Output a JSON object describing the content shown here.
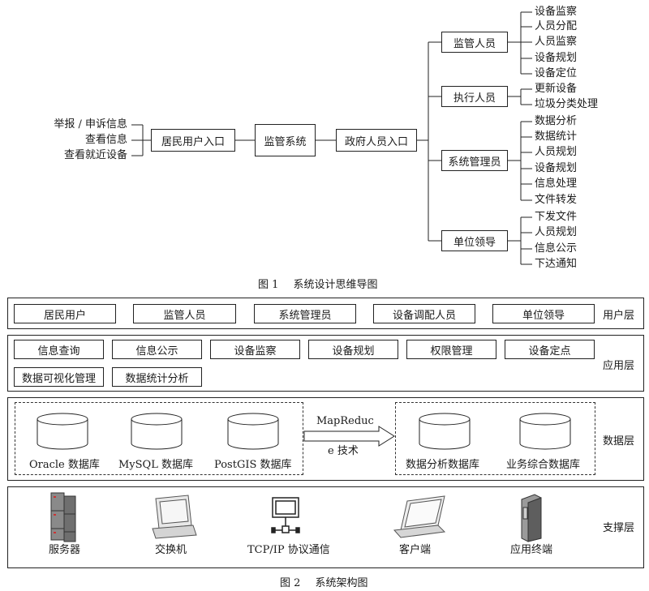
{
  "fig1": {
    "caption_num": "图 1",
    "caption_title": "系统设计思维导图",
    "center": "监管系统",
    "left_node": "居民用户入口",
    "left_leaves": [
      "举报 / 申诉信息",
      "查看信息",
      "查看就近设备"
    ],
    "right_node": "政府人员入口",
    "branches": [
      {
        "label": "监管人员",
        "leaves": [
          "设备监察",
          "人员分配",
          "人员监察",
          "设备规划",
          "设备定位"
        ]
      },
      {
        "label": "执行人员",
        "leaves": [
          "更新设备",
          "垃圾分类处理"
        ]
      },
      {
        "label": "系统管理员",
        "leaves": [
          "数据分析",
          "数据统计",
          "人员规划",
          "设备规划",
          "信息处理",
          "文件转发"
        ]
      },
      {
        "label": "单位领导",
        "leaves": [
          "下发文件",
          "人员规划",
          "信息公示",
          "下达通知"
        ]
      }
    ]
  },
  "fig2": {
    "caption_num": "图 2",
    "caption_title": "系统架构图",
    "user_layer": {
      "label": "用户层",
      "items": [
        "居民用户",
        "监管人员",
        "系统管理员",
        "设备调配人员",
        "单位领导"
      ]
    },
    "app_layer": {
      "label": "应用层",
      "items": [
        "信息查询",
        "信息公示",
        "设备监察",
        "设备规划",
        "权限管理",
        "设备定点",
        "数据可视化管理",
        "数据统计分析"
      ]
    },
    "data_layer": {
      "label": "数据层",
      "left_dbs": [
        "Oracle 数据库",
        "MySQL 数据库",
        "PostGIS 数据库"
      ],
      "arrow_line1": "MapReduc",
      "arrow_line2": "e 技术",
      "right_dbs": [
        "数据分析数据库",
        "业务综合数据库"
      ]
    },
    "support_layer": {
      "label": "支撑层",
      "items": [
        {
          "label": "服务器",
          "icon": "server-icon"
        },
        {
          "label": "交换机",
          "icon": "switch-icon"
        },
        {
          "label": "TCP/IP 协议通信",
          "icon": "network-icon"
        },
        {
          "label": "客户端",
          "icon": "laptop-icon"
        },
        {
          "label": "应用终端",
          "icon": "terminal-icon"
        }
      ]
    }
  }
}
